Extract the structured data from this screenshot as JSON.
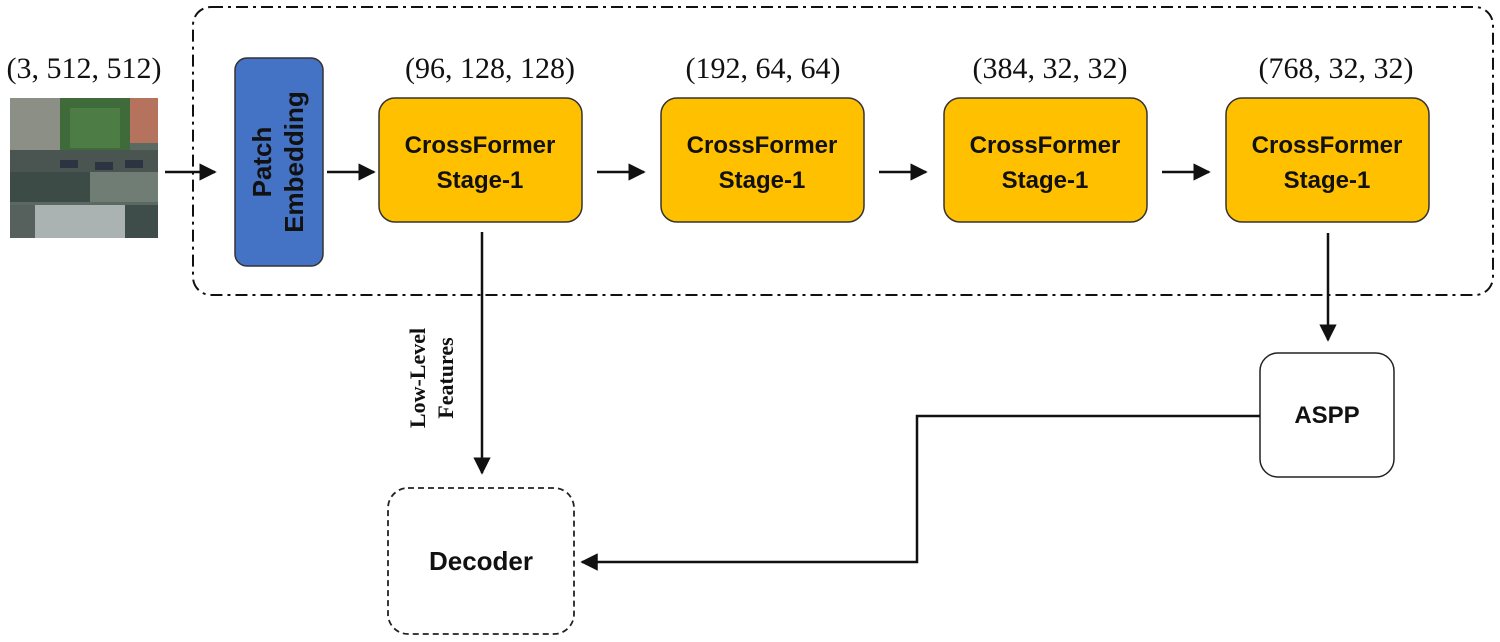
{
  "input": {
    "dims": "(3, 512, 512)",
    "image": "aerial-image-thumbnail"
  },
  "patch_embedding": {
    "line1": "Patch",
    "line2": "Embedding"
  },
  "stages": [
    {
      "dims": "(96, 128, 128)",
      "line1": "CrossFormer",
      "line2": "Stage-1"
    },
    {
      "dims": "(192, 64, 64)",
      "line1": "CrossFormer",
      "line2": "Stage-1"
    },
    {
      "dims": "(384, 32, 32)",
      "line1": "CrossFormer",
      "line2": "Stage-1"
    },
    {
      "dims": "(768, 32, 32)",
      "line1": "CrossFormer",
      "line2": "Stage-1"
    }
  ],
  "low_level": {
    "line1": "Low-Level",
    "line2": "Features"
  },
  "aspp": {
    "label": "ASPP"
  },
  "decoder": {
    "label": "Decoder"
  },
  "colors": {
    "stage_fill": "#FFC000",
    "patch_fill": "#4472C4",
    "line": "#111111"
  }
}
